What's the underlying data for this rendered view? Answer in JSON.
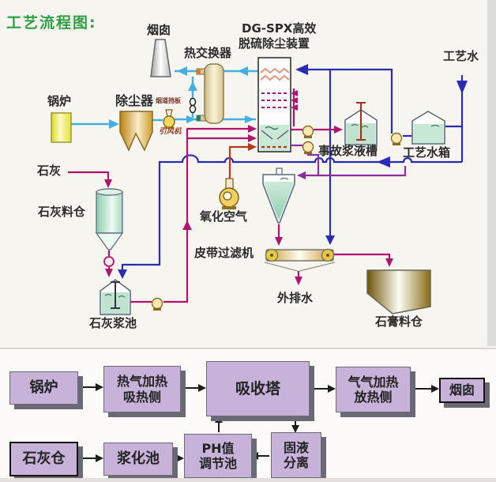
{
  "title": "工艺流程图:",
  "top": {
    "chimney": "烟囱",
    "heat_exchanger": "热交换器",
    "device_line1": "DG-SPX高效",
    "device_line2": "脱硫除尘装置",
    "process_water": "工艺水",
    "boiler": "锅炉",
    "dust_collector": "除尘器",
    "flue_damper": "烟道挡板",
    "induced_fan": "引风机",
    "accident_tank": "事故浆液槽",
    "process_water_tank": "工艺水箱",
    "lime": "石灰",
    "lime_silo": "石灰料仓",
    "oxidation_air": "氧化空气",
    "belt_filter": "皮带过滤机",
    "lime_slurry_pool": "石灰浆池",
    "external_drain": "外排水",
    "gypsum_silo": "石膏料仓"
  },
  "flowchart": {
    "boiler": "锅炉",
    "hot_gas_line1": "热气加热",
    "hot_gas_line2": "吸热侧",
    "absorber": "吸收塔",
    "gg_line1": "气气加热",
    "gg_line2": "放热侧",
    "chimney": "烟囱",
    "lime_silo": "石灰仓",
    "slurry_pool": "浆化池",
    "ph_line1": "PH值",
    "ph_line2": "调节池",
    "sl_line1": "固液",
    "sl_line2": "分离"
  },
  "colors": {
    "flue_gas": "#45aee2",
    "water": "#2b2bb4",
    "lime_slurry": "#b01370",
    "recirc_slurry": "#8a2f9e",
    "oxidation_air": "#b33a1a",
    "title_green": "#2f9e44",
    "flow_box_fill": "#c7b3d9"
  }
}
